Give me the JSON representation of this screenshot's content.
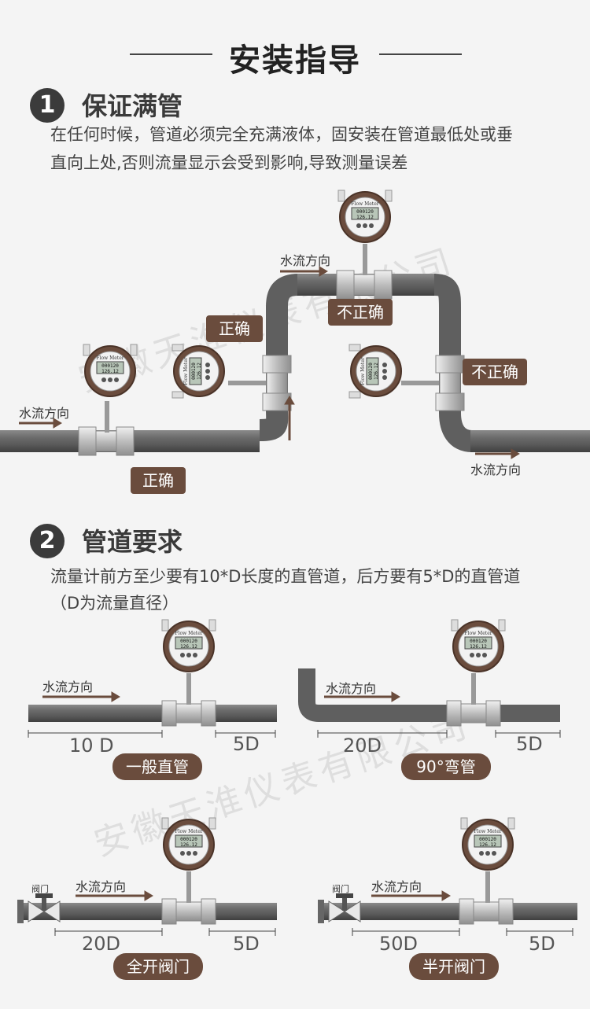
{
  "title": "安装指导",
  "watermark": "安徽天淮仪表有限公司",
  "colors": {
    "brown": "#6a4c3d",
    "pipe": "#6e6e6e",
    "dark": "#3b3b3b"
  },
  "section1": {
    "number": "1",
    "heading": "保证满管",
    "desc_line1": "在任何时候，管道必须完全充满液体，固安装在管道最低处或垂",
    "desc_line2": "直向上处,否则流量显示会受到影响,导致测量误差",
    "flow_label_left": "水流方向",
    "flow_label_top": "水流方向",
    "flow_label_right": "水流方向",
    "tag_correct_bottom": "正确",
    "tag_correct_vertical": "正确",
    "tag_wrong_top": "不正确",
    "tag_wrong_down": "不正确"
  },
  "section2": {
    "number": "2",
    "heading": "管道要求",
    "desc_line1": "流量计前方至少要有10*D长度的直管道，后方要有5*D的直管道",
    "desc_line2": "（D为流量直径）",
    "diagrams": [
      {
        "flow": "水流方向",
        "upstream": "10 D",
        "downstream": "5D",
        "label": "一般直管"
      },
      {
        "flow": "水流方向",
        "upstream": "20D",
        "downstream": "5D",
        "label": "90°弯管"
      },
      {
        "flow": "水流方向",
        "upstream": "20D",
        "downstream": "5D",
        "label": "全开阀门",
        "valve": "阀门"
      },
      {
        "flow": "水流方向",
        "upstream": "50D",
        "downstream": "5D",
        "label": "半开阀门",
        "valve": "阀门"
      }
    ]
  },
  "meter": {
    "brand": "Flow Meter",
    "reading1": "000120",
    "reading2": "126.12"
  }
}
